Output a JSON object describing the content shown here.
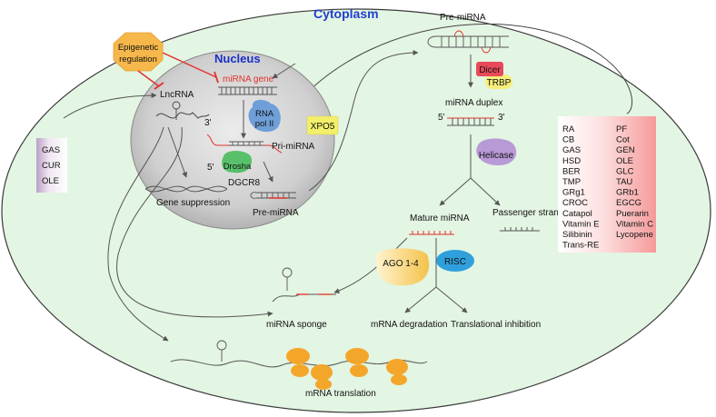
{
  "compartments": {
    "cytoplasm": "Cytoplasm",
    "nucleus": "Nucleus"
  },
  "regulators": {
    "epigenetic_line1": "Epigenetic",
    "epigenetic_line2": "regulation",
    "lncrna": "LncRNA",
    "gene_suppression": "Gene suppression",
    "mirna_gene": "miRNA gene",
    "rna_pol_line1": "RNA",
    "rna_pol_line2": "pol II",
    "three_prime": "3'",
    "five_prime": "5'",
    "pri_mirna": "Pri-miRNA",
    "drosha": "Drosha",
    "dgcr8": "DGCR8",
    "pre_mirna_nucleus": "Pre-miRNA",
    "xpo5": "XPO5"
  },
  "cytoplasm_steps": {
    "pre_mirna": "Pre-miRNA",
    "dicer": "Dicer",
    "trbp": "TRBP",
    "mirna_duplex": "miRNA duplex",
    "duplex_5": "5'",
    "duplex_3": "3'",
    "helicase": "Helicase",
    "mature_mirna": "Mature miRNA",
    "passenger_strand": "Passenger strand",
    "ago": "AGO 1-4",
    "risc": "RISC",
    "mrna_degradation": "mRNA degradation",
    "translational_inhibition": "Translational inhibition",
    "mirna_sponge": "miRNA sponge",
    "mrna_translation": "mRNA translation"
  },
  "left_compounds": [
    "GAS",
    "CUR",
    "OLE"
  ],
  "right_compounds": {
    "col1": [
      "RA",
      "CB",
      "GAS",
      "HSD",
      "BER",
      "TMP",
      "GRg1",
      "CROC",
      "Catapol",
      "Vitamin E",
      "Silibinin",
      "Trans-RE"
    ],
    "col2": [
      "PF",
      "Cot",
      "GEN",
      "OLE",
      "GLC",
      "TAU",
      "GRb1",
      "EGCG",
      "Puerarin",
      "Vitamin C",
      "Lycopene"
    ]
  },
  "colors": {
    "cytoplasm_fill": "#e3f5e3",
    "cytoplasm_title": "#1f3fd0",
    "nucleus_title": "#1a2fc8",
    "mirna_red": "#e0322b",
    "epigenetic_fill": "#f6b84a",
    "dicer_fill": "#e94a5a",
    "trbp_fill": "#f5ee7a",
    "xpo5_fill": "#f2ef6a",
    "rna_pol_fill": "#6f9fd8",
    "drosha_fill": "#58c06a",
    "helicase_fill": "#b89ad6",
    "ago_fill": "#f4c24a",
    "risc_fill": "#2fa0dc"
  }
}
